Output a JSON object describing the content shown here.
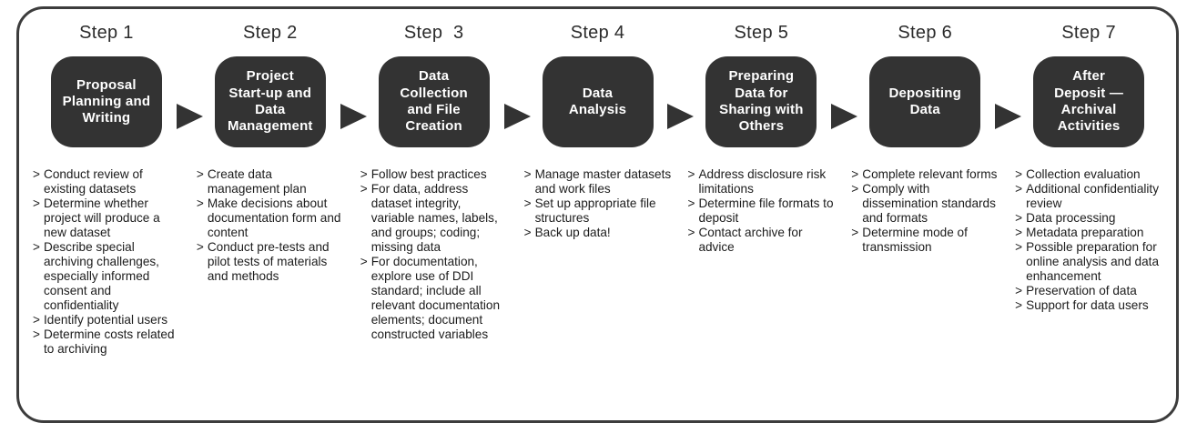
{
  "diagram": {
    "bullet_marker": ">",
    "box_color": "#333333",
    "box_text_color": "#ffffff",
    "arrow_color": "#333333",
    "steps": [
      {
        "label": "Step 1",
        "title": "Proposal\nPlanning and\nWriting",
        "bullets": [
          "Conduct review of existing datasets",
          "Determine whether project will produce a new dataset",
          "Describe special archiving challenges, especially informed consent and confidentiality",
          "Identify potential users",
          "Determine costs related to archiving"
        ]
      },
      {
        "label": "Step 2",
        "title": "Project\nStart-up and\nData\nManagement",
        "bullets": [
          "Create data management plan",
          "Make decisions about documentation form and content",
          "Conduct pre-tests and pilot tests of materials and methods"
        ]
      },
      {
        "label": "Step  3",
        "title": "Data\nCollection\nand File\nCreation",
        "bullets": [
          "Follow best practices",
          "For data, address dataset integrity, variable names, labels, and groups; coding; missing data",
          "For documentation, explore use of DDI standard; include all relevant documentation elements; document constructed variables"
        ]
      },
      {
        "label": "Step 4",
        "title": "Data\nAnalysis",
        "bullets": [
          "Manage master datasets and work files",
          "Set up appropriate file structures",
          "Back up data!"
        ]
      },
      {
        "label": "Step 5",
        "title": "Preparing\nData for\nSharing with\nOthers",
        "bullets": [
          "Address disclosure risk limitations",
          "Determine file formats to deposit",
          "Contact archive for advice"
        ]
      },
      {
        "label": "Step 6",
        "title": "Depositing\nData",
        "bullets": [
          "Complete relevant forms",
          "Comply with dissemination standards and formats",
          "Determine mode of transmission"
        ]
      },
      {
        "label": "Step 7",
        "title": "After\nDeposit —\nArchival\nActivities",
        "bullets": [
          "Collection evaluation",
          "Additional confidentiality review",
          "Data processing",
          "Metadata preparation",
          "Possible preparation for online analysis and data enhancement",
          "Preservation of data",
          "Support for data users"
        ]
      }
    ]
  }
}
